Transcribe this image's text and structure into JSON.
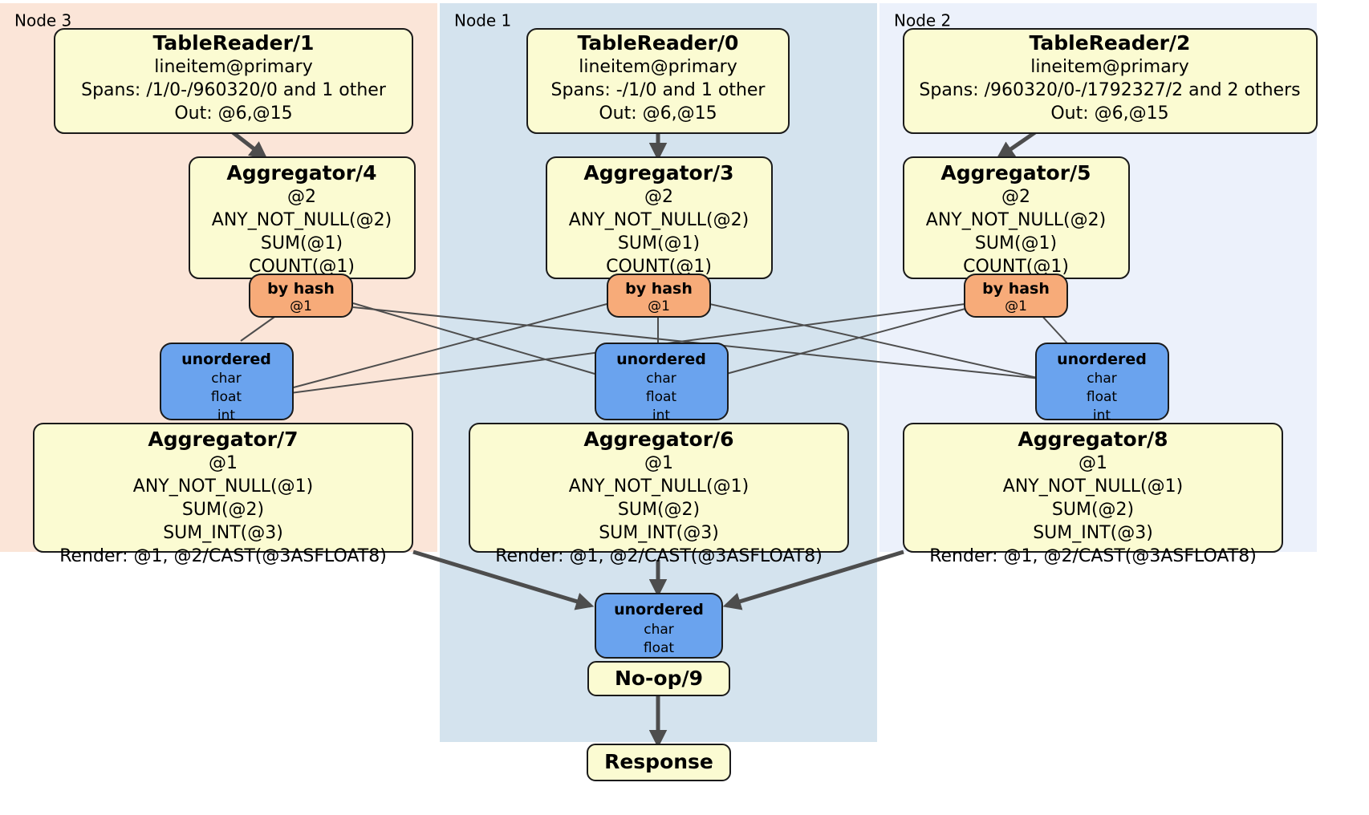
{
  "title": "Distributed query plan",
  "colors": {
    "panel_node3": "#fbe5d8",
    "panel_node1": "#d4e3ee",
    "panel_node2": "#ecf1fb",
    "processor_fill": "#fbfbd2",
    "router_fill": "#f7ab79",
    "stream_fill": "#6aa3ee",
    "edge": "#4d4d4d",
    "stroke": "#1a1a1a"
  },
  "panels": [
    {
      "id": "node3",
      "label": "Node 3"
    },
    {
      "id": "node1",
      "label": "Node 1"
    },
    {
      "id": "node2",
      "label": "Node 2"
    }
  ],
  "processors": {
    "tablereader1": {
      "title": "TableReader/1",
      "lines": [
        "lineitem@primary",
        "Spans: /1/0-/960320/0 and 1 other",
        "Out: @6,@15"
      ]
    },
    "tablereader0": {
      "title": "TableReader/0",
      "lines": [
        "lineitem@primary",
        "Spans: -/1/0 and 1 other",
        "Out: @6,@15"
      ]
    },
    "tablereader2": {
      "title": "TableReader/2",
      "lines": [
        "lineitem@primary",
        "Spans: /960320/0-/1792327/2 and 2 others",
        "Out: @6,@15"
      ]
    },
    "aggregator4": {
      "title": "Aggregator/4",
      "lines": [
        "@2",
        "ANY_NOT_NULL(@2)",
        "SUM(@1)",
        "COUNT(@1)"
      ]
    },
    "aggregator3": {
      "title": "Aggregator/3",
      "lines": [
        "@2",
        "ANY_NOT_NULL(@2)",
        "SUM(@1)",
        "COUNT(@1)"
      ]
    },
    "aggregator5": {
      "title": "Aggregator/5",
      "lines": [
        "@2",
        "ANY_NOT_NULL(@2)",
        "SUM(@1)",
        "COUNT(@1)"
      ]
    },
    "aggregator7": {
      "title": "Aggregator/7",
      "lines": [
        "@1",
        "ANY_NOT_NULL(@1)",
        "SUM(@2)",
        "SUM_INT(@3)",
        "Render: @1, @2/CAST(@3ASFLOAT8)"
      ]
    },
    "aggregator6": {
      "title": "Aggregator/6",
      "lines": [
        "@1",
        "ANY_NOT_NULL(@1)",
        "SUM(@2)",
        "SUM_INT(@3)",
        "Render: @1, @2/CAST(@3ASFLOAT8)"
      ]
    },
    "aggregator8": {
      "title": "Aggregator/8",
      "lines": [
        "@1",
        "ANY_NOT_NULL(@1)",
        "SUM(@2)",
        "SUM_INT(@3)",
        "Render: @1, @2/CAST(@3ASFLOAT8)"
      ]
    },
    "noop9": {
      "title": "No-op/9",
      "lines": []
    },
    "response": {
      "title": "Response",
      "lines": []
    }
  },
  "routers": {
    "byhash_left": {
      "title": "by hash",
      "lines": [
        "@1"
      ]
    },
    "byhash_mid": {
      "title": "by hash",
      "lines": [
        "@1"
      ]
    },
    "byhash_right": {
      "title": "by hash",
      "lines": [
        "@1"
      ]
    }
  },
  "streams": {
    "unordered_left": {
      "title": "unordered",
      "lines": [
        "char",
        "float",
        "int"
      ]
    },
    "unordered_mid": {
      "title": "unordered",
      "lines": [
        "char",
        "float",
        "int"
      ]
    },
    "unordered_right": {
      "title": "unordered",
      "lines": [
        "char",
        "float",
        "int"
      ]
    },
    "unordered_final": {
      "title": "unordered",
      "lines": [
        "char",
        "float"
      ]
    }
  },
  "chart_data": {
    "type": "diagram",
    "title": "Distributed query plan (3 nodes)",
    "nodes": [
      {
        "id": "tablereader1",
        "panel": "Node 3",
        "kind": "processor",
        "label": "TableReader/1"
      },
      {
        "id": "aggregator4",
        "panel": "Node 3",
        "kind": "processor",
        "label": "Aggregator/4"
      },
      {
        "id": "byhash_left",
        "panel": "Node 3",
        "kind": "router",
        "label": "by hash"
      },
      {
        "id": "unordered_left",
        "panel": "Node 3",
        "kind": "stream",
        "label": "unordered"
      },
      {
        "id": "aggregator7",
        "panel": "Node 3",
        "kind": "processor",
        "label": "Aggregator/7"
      },
      {
        "id": "tablereader0",
        "panel": "Node 1",
        "kind": "processor",
        "label": "TableReader/0"
      },
      {
        "id": "aggregator3",
        "panel": "Node 1",
        "kind": "processor",
        "label": "Aggregator/3"
      },
      {
        "id": "byhash_mid",
        "panel": "Node 1",
        "kind": "router",
        "label": "by hash"
      },
      {
        "id": "unordered_mid",
        "panel": "Node 1",
        "kind": "stream",
        "label": "unordered"
      },
      {
        "id": "aggregator6",
        "panel": "Node 1",
        "kind": "processor",
        "label": "Aggregator/6"
      },
      {
        "id": "unordered_final",
        "panel": "Node 1",
        "kind": "stream",
        "label": "unordered"
      },
      {
        "id": "noop9",
        "panel": "Node 1",
        "kind": "processor",
        "label": "No-op/9"
      },
      {
        "id": "response",
        "panel": "Node 1",
        "kind": "processor",
        "label": "Response"
      },
      {
        "id": "tablereader2",
        "panel": "Node 2",
        "kind": "processor",
        "label": "TableReader/2"
      },
      {
        "id": "aggregator5",
        "panel": "Node 2",
        "kind": "processor",
        "label": "Aggregator/5"
      },
      {
        "id": "byhash_right",
        "panel": "Node 2",
        "kind": "router",
        "label": "by hash"
      },
      {
        "id": "unordered_right",
        "panel": "Node 2",
        "kind": "stream",
        "label": "unordered"
      },
      {
        "id": "aggregator8",
        "panel": "Node 2",
        "kind": "processor",
        "label": "Aggregator/8"
      }
    ],
    "edges": [
      {
        "from": "tablereader1",
        "to": "aggregator4"
      },
      {
        "from": "tablereader0",
        "to": "aggregator3"
      },
      {
        "from": "tablereader2",
        "to": "aggregator5"
      },
      {
        "from": "byhash_left",
        "to": "unordered_left"
      },
      {
        "from": "byhash_left",
        "to": "unordered_mid"
      },
      {
        "from": "byhash_left",
        "to": "unordered_right"
      },
      {
        "from": "byhash_mid",
        "to": "unordered_left"
      },
      {
        "from": "byhash_mid",
        "to": "unordered_mid"
      },
      {
        "from": "byhash_mid",
        "to": "unordered_right"
      },
      {
        "from": "byhash_right",
        "to": "unordered_left"
      },
      {
        "from": "byhash_right",
        "to": "unordered_mid"
      },
      {
        "from": "byhash_right",
        "to": "unordered_right"
      },
      {
        "from": "aggregator7",
        "to": "unordered_final"
      },
      {
        "from": "aggregator6",
        "to": "unordered_final"
      },
      {
        "from": "aggregator8",
        "to": "unordered_final"
      },
      {
        "from": "noop9",
        "to": "response"
      }
    ]
  }
}
